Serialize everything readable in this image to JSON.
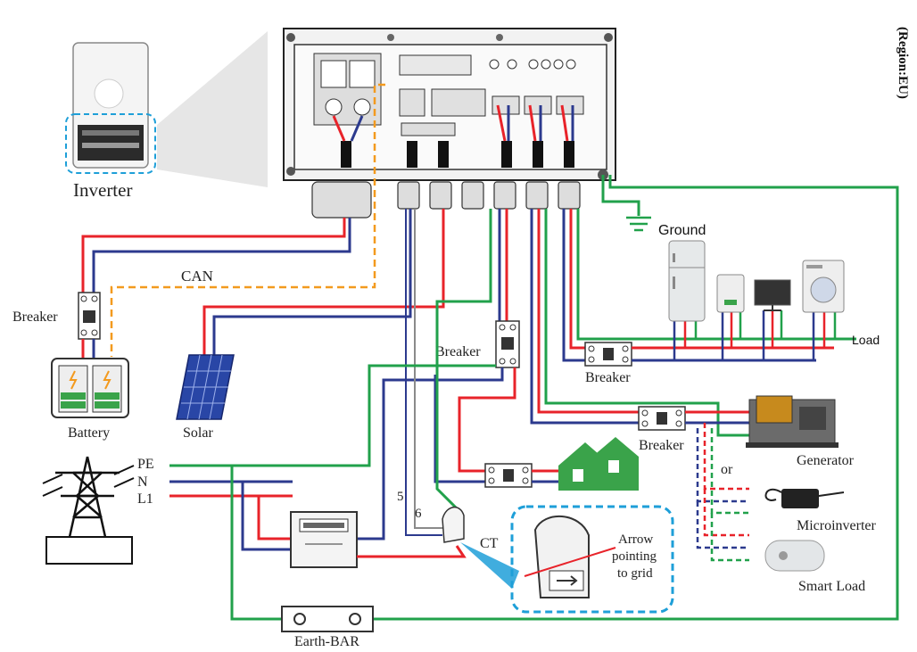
{
  "region_label": "(Region:EU)",
  "labels": {
    "inverter": "Inverter",
    "ground": "Ground",
    "load": "Load",
    "can": "CAN",
    "breaker_battery": "Breaker",
    "breaker_grid": "Breaker",
    "breaker_load": "Breaker",
    "breaker_gen": "Breaker",
    "battery": "Battery",
    "solar": "Solar",
    "generator": "Generator",
    "or": "or",
    "microinverter": "Microinverter",
    "smart_load": "Smart Load",
    "pe": "PE",
    "n": "N",
    "l1": "L1",
    "ct": "CT",
    "arrow_note_1": "Arrow",
    "arrow_note_2": "pointing",
    "arrow_note_3": "to grid",
    "earth_bar": "Earth-BAR",
    "pin_5": "5",
    "pin_6": "6"
  },
  "colors": {
    "line_l": "#e8232a",
    "line_n": "#2c3a8e",
    "line_pe": "#21a14b",
    "can": "#f39a1e",
    "ct_outline": "#1e9fd8",
    "house": "#3aa34a",
    "solar_panel": "#2946a6"
  }
}
